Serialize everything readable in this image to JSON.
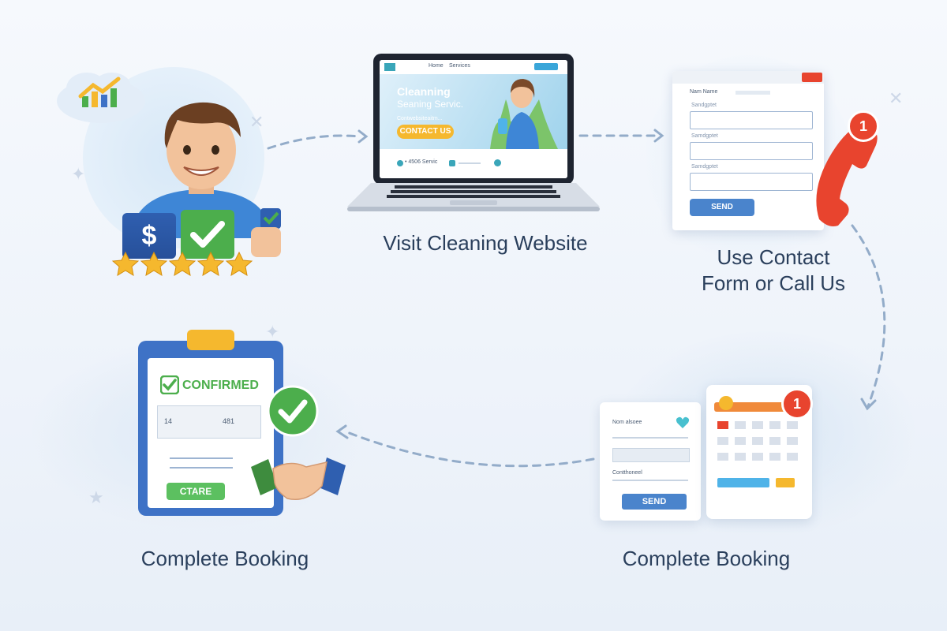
{
  "steps": [
    {
      "caption": "Visit Cleaning Website"
    },
    {
      "caption_line1": "Use Contact",
      "caption_line2": "Form or Call Us"
    },
    {
      "caption": "Complete Booking"
    },
    {
      "caption": "Complete Booking"
    }
  ],
  "website": {
    "nav_1": "Home",
    "nav_2": "Services",
    "headline_1": "Cleanning",
    "headline_2": "Seaning Servic.",
    "sub": "Contwebsiteaitm...",
    "cta": "CONTACT US",
    "footer_1": "• 4506 Servic"
  },
  "contact_form": {
    "header": "Nam Name",
    "label_1": "Sandgptet",
    "label_2": "Samdgptet",
    "label_3": "Samdgptet",
    "send": "SEND",
    "phone_badge": "1"
  },
  "confirmation": {
    "status": "CONFIRMED",
    "cell_1": "14",
    "cell_2": "481",
    "button": "CTARE"
  },
  "booking": {
    "form_label_1": "Nom alsoee",
    "form_label_2": "Contthoneel",
    "send": "SEND",
    "calendar_badge": "1"
  },
  "rating_symbol": "$",
  "colors": {
    "accent_blue": "#3e72c6",
    "check_green": "#4cae4c",
    "cta_yellow": "#f5b82e",
    "phone_red": "#e8442e"
  },
  "icons": [
    "person-icon",
    "cloud-chart-icon",
    "dollar-icon",
    "check-icon",
    "star-icon",
    "thumbs-up-icon",
    "laptop-icon",
    "phone-icon",
    "clipboard-icon",
    "handshake-icon",
    "calendar-icon",
    "heart-icon"
  ]
}
